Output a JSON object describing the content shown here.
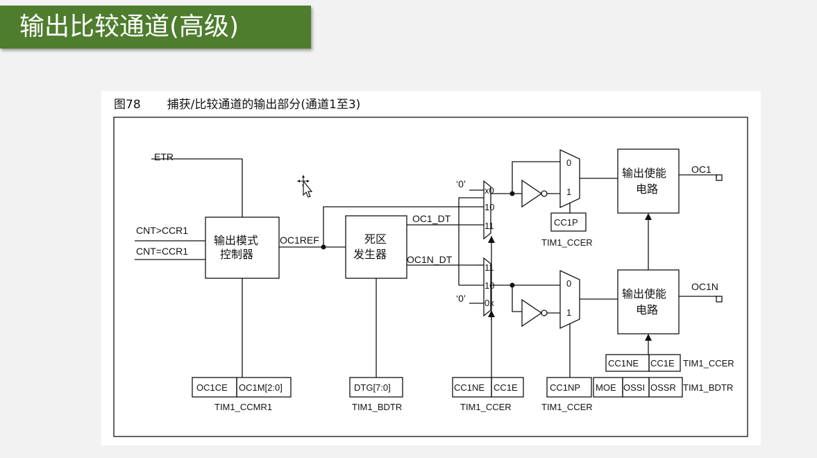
{
  "header": {
    "title": "输出比较通道(高级)"
  },
  "figure": {
    "number": "图78",
    "caption": "捕获/比较通道的输出部分(通道1至3)"
  },
  "blocks": {
    "mode_controller": [
      "输出模式",
      "控制器"
    ],
    "deadtime": [
      "死区",
      "发生器"
    ],
    "out_enable_top": [
      "输出使能",
      "电路"
    ],
    "out_enable_bottom": [
      "输出使能",
      "电路"
    ]
  },
  "signals": {
    "etr": "ETR",
    "cnt_gt": "CNT>CCR1",
    "cnt_eq": "CNT=CCR1",
    "oc1ref": "OC1REF",
    "oc1_dt": "OC1_DT",
    "oc1n_dt": "OC1N_DT",
    "oc1": "OC1",
    "oc1n": "OC1N",
    "zero_top": "‘0’",
    "zero_bottom": "‘0’"
  },
  "mux_labels": {
    "top": [
      "x0",
      "10",
      "11"
    ],
    "bottom": [
      "11",
      "10",
      "0x"
    ],
    "pol_top": [
      "0",
      "1"
    ],
    "pol_bottom": [
      "0",
      "1"
    ]
  },
  "registers": {
    "oc1ce": "OC1CE",
    "oc1m": "OC1M[2:0]",
    "ccmr1": "TIM1_CCMR1",
    "dtg": "DTG[7:0]",
    "bdtr": "TIM1_BDTR",
    "cc1ne": "CC1NE",
    "cc1e": "CC1E",
    "ccer": "TIM1_CCER",
    "cc1np": "CC1NP",
    "ccer2": "TIM1_CCER",
    "cc1p": "CC1P",
    "ccer3": "TIM1_CCER",
    "cc1ne_r": "CC1NE",
    "cc1e_r": "CC1E",
    "ccer_r": "TIM1_CCER",
    "moe": "MOE",
    "ossi": "OSSI",
    "ossr": "OSSR",
    "bdtr_r": "TIM1_BDTR"
  },
  "colors": {
    "banner": "#4e7d2e",
    "banner_text": "#ffffff",
    "slide_bg": "#f2f2f2",
    "line": "#111111"
  },
  "icons": {
    "cursor": "move-cursor-icon"
  }
}
